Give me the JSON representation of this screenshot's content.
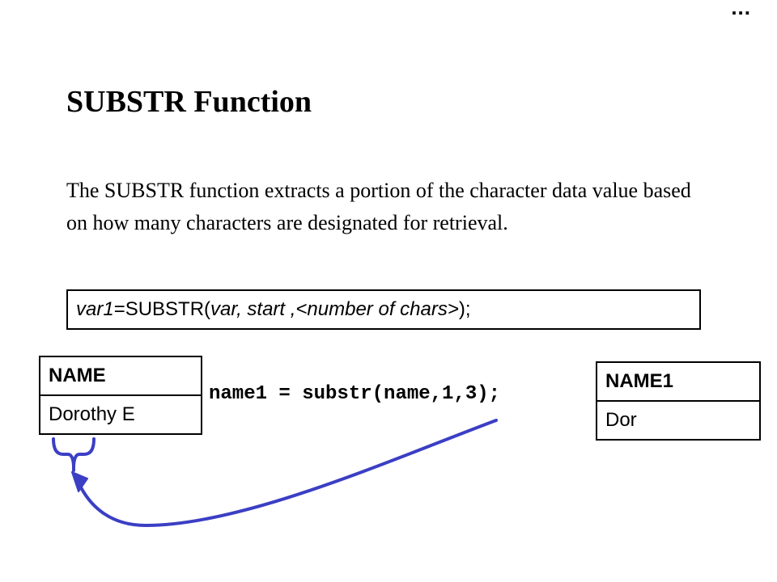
{
  "ellipsis": "...",
  "title": "SUBSTR Function",
  "description": "The SUBSTR function extracts a portion of the character data value based on how many characters are designated for retrieval.",
  "syntax": {
    "var1": "var1",
    "func": "=SUBSTR(",
    "args": "var, start ,<number of chars>",
    "end": ");"
  },
  "source_var": {
    "header": "NAME",
    "value": "Dorothy E"
  },
  "code": "name1 = substr(name,1,3);",
  "result_var": {
    "header": "NAME1",
    "value": "Dor"
  },
  "colors": {
    "arrow": "#3b3fc4",
    "text": "#000000",
    "background": "#ffffff"
  }
}
